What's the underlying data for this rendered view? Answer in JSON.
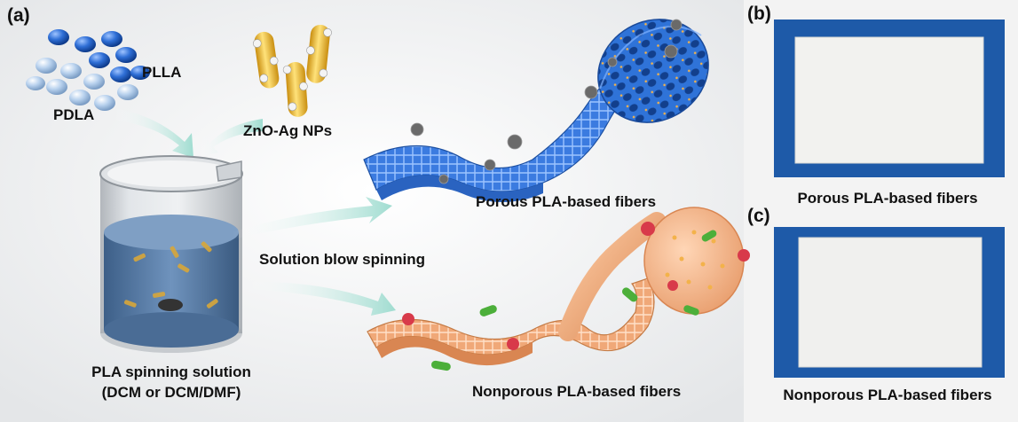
{
  "panels": {
    "a": "(a)",
    "b": "(b)",
    "c": "(c)"
  },
  "labels": {
    "plla": "PLLA",
    "pdla": "PDLA",
    "zno": "ZnO-Ag NPs",
    "solution_line1": "PLA spinning solution",
    "solution_line2": "(DCM or DCM/DMF)",
    "blow": "Solution blow spinning",
    "porous_fibers": "Porous PLA-based fibers",
    "nonporous_fibers": "Nonporous PLA-based fibers",
    "photo_b_caption": "Porous PLA-based fibers",
    "photo_c_caption": "Nonporous PLA-based fibers"
  },
  "colors": {
    "panel_bg": "#f0f0f0",
    "porous_blue": "#3a78d6",
    "nonporous_orange": "#e9a070",
    "photo_bg": "#1e5aa8",
    "arrow_mint": "#bfe8e0",
    "zno_yellow": "#f2c436",
    "solution_blue": "#4f7aa8"
  },
  "icons": [
    "plla-sphere-icon",
    "pdla-sphere-icon",
    "zno-rod-icon",
    "beaker-icon",
    "bacteria-icon",
    "virus-icon",
    "arrow-icon"
  ]
}
